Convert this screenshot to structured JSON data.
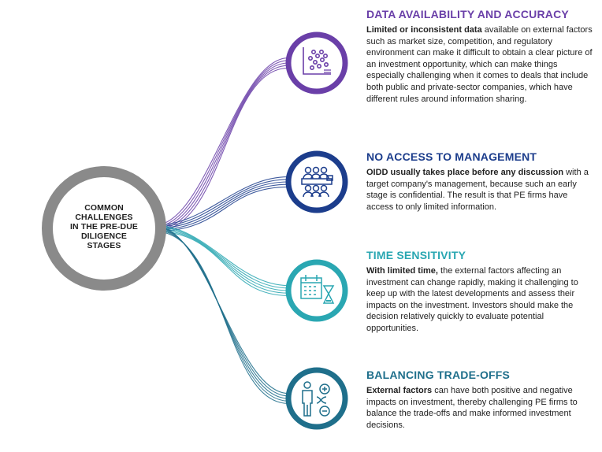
{
  "hub": {
    "lines": [
      "COMMON",
      "CHALLENGES",
      "IN THE PRE-DUE",
      "DILIGENCE",
      "STAGES"
    ]
  },
  "challenges": [
    {
      "title": "DATA AVAILABILITY AND ACCURACY",
      "lead": "Limited or inconsistent data",
      "body": " available on external factors such as market size, competition, and regulatory environment can make it difficult to obtain a clear picture of an investment opportunity, which can make things especially challenging when it comes to deals that include both public and private-sector companies, which have different rules around information sharing.",
      "color": "#6a3fa8",
      "icon": "scatter-plot-icon"
    },
    {
      "title": "NO ACCESS TO MANAGEMENT",
      "lead": "OIDD usually takes place before any discussion",
      "body": " with a target company's management, because such an early stage is confidential. The result is that PE firms have access to only limited information.",
      "color": "#1c3d8c",
      "icon": "meeting-people-icon"
    },
    {
      "title": "TIME SENSITIVITY",
      "lead": "With limited time,",
      "body": " the external factors affecting an investment can change rapidly, making it challenging to keep up with the latest developments and assess their impacts on the investment. Investors should make the decision relatively quickly to evaluate potential opportunities.",
      "color": "#2aa7b2",
      "icon": "calendar-hourglass-icon"
    },
    {
      "title": "BALANCING TRADE-OFFS",
      "lead": "External factors",
      "body": " can have both positive and negative impacts on investment, thereby challenging PE firms to balance the trade-offs and make informed investment decisions.",
      "color": "#1f6f8b",
      "icon": "person-plus-minus-icon"
    }
  ]
}
